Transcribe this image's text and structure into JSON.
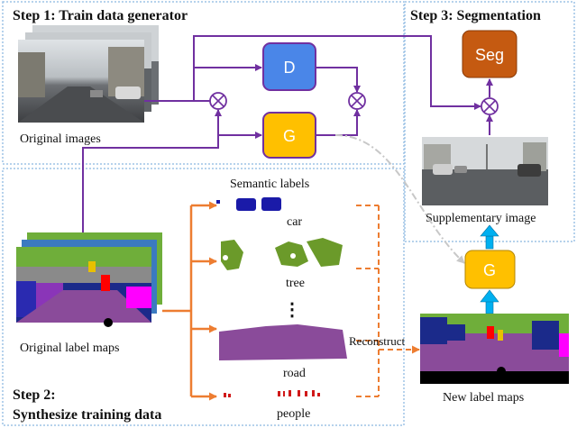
{
  "steps": {
    "step1": "Step 1: Train data generator",
    "step2_line1": "Step 2:",
    "step2_line2": "Synthesize training data",
    "step3": "Step 3: Segmentation"
  },
  "captions": {
    "original_images": "Original images",
    "original_label_maps": "Original label maps",
    "semantic_labels": "Semantic labels",
    "supplementary_image": "Supplementary image",
    "new_label_maps": "New label maps",
    "reconstruct": "Reconstruct"
  },
  "classes": {
    "car": "car",
    "tree": "tree",
    "ellipsis": "⋮",
    "road": "road",
    "people": "people"
  },
  "modules": {
    "discriminator": "D",
    "generator_top": "G",
    "generator_bottom": "G",
    "segmentation": "Seg"
  },
  "colors": {
    "purple_arrow": "#7030a0",
    "orange_arrow": "#ed7d31",
    "blue_arrow": "#00b0f0",
    "d_box": "#4a86e8",
    "g_box": "#ffc000",
    "seg_box": "#c55a11",
    "dotted_border": "#9dc3e6"
  }
}
